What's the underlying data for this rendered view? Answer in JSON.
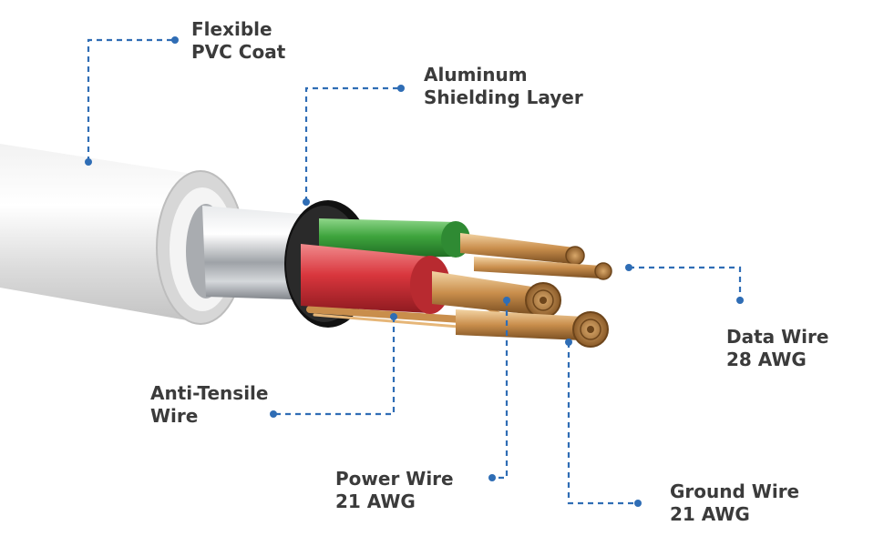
{
  "labels": {
    "pvc_coat": {
      "line1": "Flexible",
      "line2": "PVC Coat"
    },
    "shielding": {
      "line1": "Aluminum",
      "line2": "Shielding Layer"
    },
    "data_wire": {
      "line1": "Data Wire",
      "line2": "28 AWG"
    },
    "anti_tensile": {
      "line1": "Anti-Tensile",
      "line2": "Wire"
    },
    "power_wire": {
      "line1": "Power Wire",
      "line2": "21 AWG"
    },
    "ground_wire": {
      "line1": "Ground Wire",
      "line2": "21 AWG"
    }
  },
  "colors": {
    "leader": "#2f6db5",
    "label_text": "#3b3b3b",
    "jacket": "#e3e3e3",
    "shield": "#b9bcc0",
    "green_wire": "#3c9a3c",
    "red_wire": "#d63a40",
    "copper": "#c9914f"
  }
}
